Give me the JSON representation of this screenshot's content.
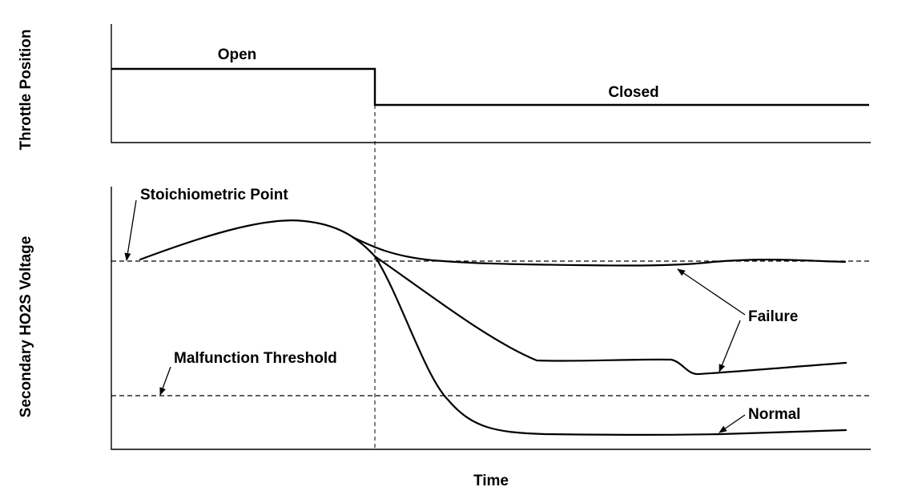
{
  "top_panel": {
    "ylabel": "Throttle Position",
    "label_open": "Open",
    "label_closed": "Closed"
  },
  "bottom_panel": {
    "ylabel": "Secondary HO2S Voltage",
    "label_stoichiometric": "Stoichiometric Point",
    "label_malfunction": "Malfunction Threshold",
    "label_failure": "Failure",
    "label_normal": "Normal"
  },
  "xlabel": "Time"
}
